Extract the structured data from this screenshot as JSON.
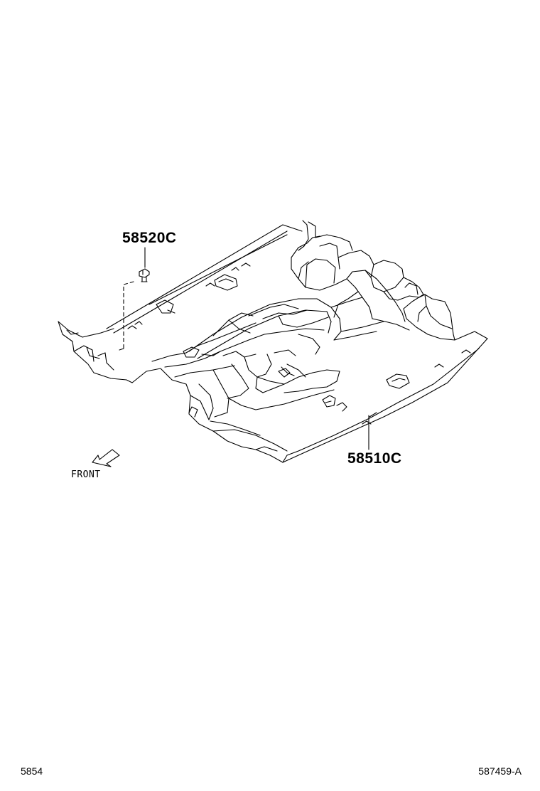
{
  "parts": [
    {
      "number": "58520C"
    },
    {
      "number": "58510C"
    }
  ],
  "front_label": "FRONT",
  "footer": {
    "section_code": "5854",
    "illustration_code": "587459-A"
  }
}
